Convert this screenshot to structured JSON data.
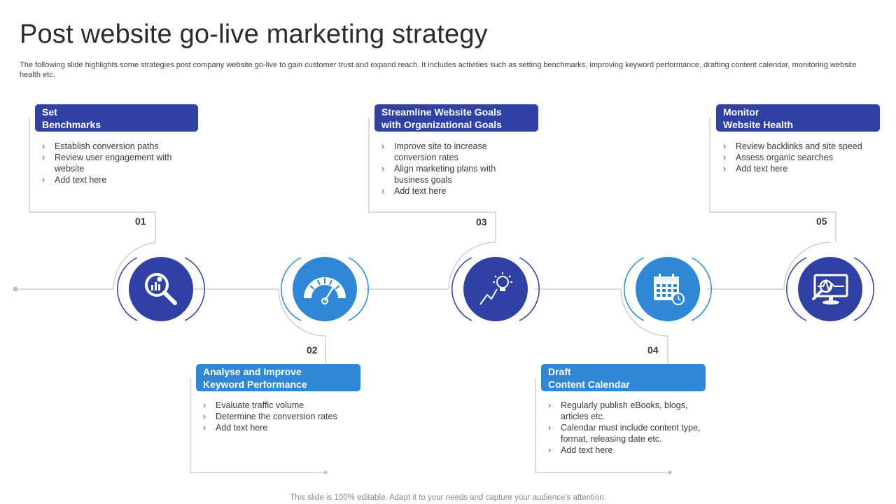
{
  "title": "Post website go-live marketing strategy",
  "description": "The following slide highlights some strategies post company website go-live to gain customer trust and expand reach. It includes activities such as setting benchmarks, improving keyword performance, drafting content calendar, monitoring website health etc.",
  "footer": "This slide is 100% editable. Adapt it to your needs and capture your audience's attention.",
  "colors": {
    "dark": "#2f41a3",
    "light": "#2e88d6",
    "connector": "#c8c8c8"
  },
  "steps": [
    {
      "number": "01",
      "title_line1": "Set",
      "title_line2": "Benchmarks",
      "icon": "analytics-magnifier-icon",
      "points": [
        "Establish conversion  paths",
        "Review  user engagement with website",
        "Add text here"
      ]
    },
    {
      "number": "02",
      "title_line1": "Analyse and Improve",
      "title_line2": "Keyword Performance",
      "icon": "speedometer-icon",
      "points": [
        "Evaluate  traffic volume",
        "Determine  the conversion  rates",
        "Add text here"
      ]
    },
    {
      "number": "03",
      "title_line1": "Streamline Website Goals",
      "title_line2": "with Organizational Goals",
      "icon": "lightbulb-growth-icon",
      "points": [
        "Improve  site to increase conversion  rates",
        "Align marketing plans with business goals",
        "Add text here"
      ]
    },
    {
      "number": "04",
      "title_line1": "Draft",
      "title_line2": "Content Calendar",
      "icon": "calendar-icon",
      "points": [
        "Regularly  publish eBooks, blogs, articles etc.",
        "Calendar  must include content type, format,  releasing date etc.",
        "Add text here"
      ]
    },
    {
      "number": "05",
      "title_line1": "Monitor",
      "title_line2": "Website Health",
      "icon": "monitor-pulse-icon",
      "points": [
        "Review  backlinks and site speed",
        "Assess organic searches",
        "Add text here"
      ]
    }
  ]
}
